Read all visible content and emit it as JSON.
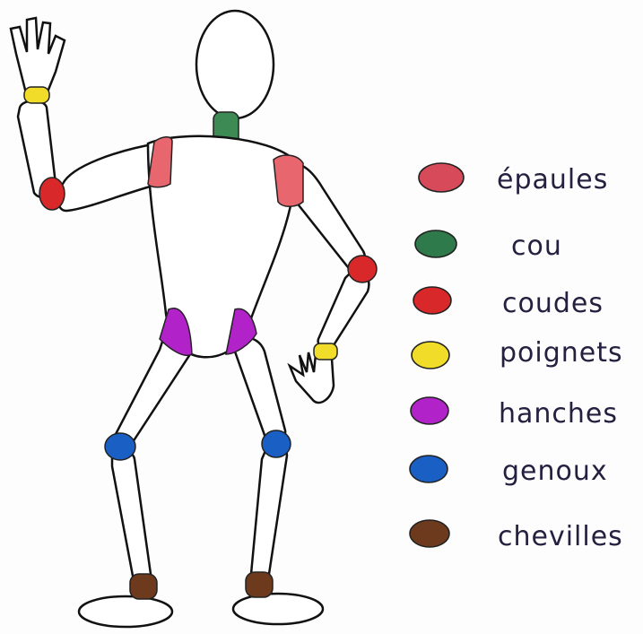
{
  "colors": {
    "epaules": "#e8666e",
    "cou": "#3e8a55",
    "coudes": "#d8282a",
    "poignets": "#f2dc2a",
    "hanches": "#b123c8",
    "genoux": "#1a5fc4",
    "chevilles": "#6e3a1e"
  },
  "legend": [
    {
      "key": "epaules",
      "label": "épaules",
      "color": "#d64a5a"
    },
    {
      "key": "cou",
      "label": "cou",
      "color": "#2f7a4a"
    },
    {
      "key": "coudes",
      "label": "coudes",
      "color": "#d8282a"
    },
    {
      "key": "poignets",
      "label": "poignets",
      "color": "#f2dc2a"
    },
    {
      "key": "hanches",
      "label": "hanches",
      "color": "#b123c8"
    },
    {
      "key": "genoux",
      "label": "genoux",
      "color": "#1a5fc4"
    },
    {
      "key": "chevilles",
      "label": "chevilles",
      "color": "#6e3a1e"
    }
  ]
}
